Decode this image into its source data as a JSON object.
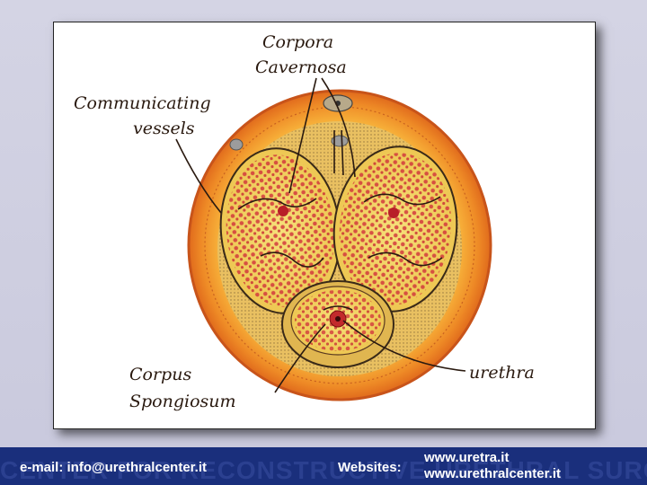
{
  "diagram": {
    "labels": {
      "corpora_line1": "Corpora",
      "corpora_line2": "Cavernosa",
      "communicating_line1": "Communicating",
      "communicating_line2": "vessels",
      "corpus_line1": "Corpus",
      "corpus_line2": "Spongiosum",
      "urethra": "urethra"
    },
    "colors": {
      "outer_ring": "#f0902a",
      "tissue": "#f3d56a",
      "vessel": "#c8282e",
      "ink": "#2a1a10"
    }
  },
  "footer": {
    "watermark": "CENTER FOR RECONSTRUCTIVE URETHRAL SURGERY",
    "email": "e-mail: info@urethralcenter.it",
    "websites_label": "Websites:",
    "site1": "www.uretra.it",
    "site2": "www.urethralcenter.it",
    "background": "#1a2f7c"
  }
}
